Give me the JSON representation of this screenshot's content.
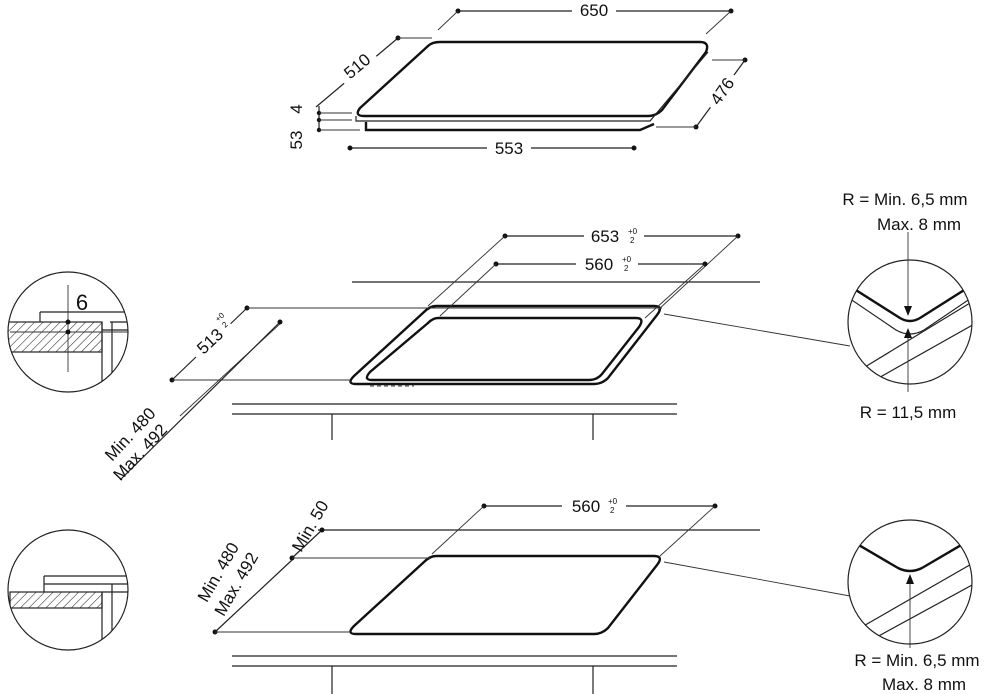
{
  "top_view": {
    "width": "650",
    "depth": "510",
    "inner_depth": "476",
    "inner_width": "553",
    "glass_thickness": "4",
    "body_height": "53"
  },
  "cutout_frame": {
    "cut_width": "653",
    "cut_width_tol": "+0",
    "cut_width_tol2": "2",
    "inner_width": "560",
    "inner_width_tol": "+0",
    "inner_width_tol2": "2",
    "cut_depth": "513",
    "cut_depth_tol": "+0",
    "cut_depth_tol2": "2",
    "depth_min": "Min. 480",
    "depth_max": "Max. 492",
    "detail_value": "6",
    "radius_top_line1": "R = Min. 6,5 mm",
    "radius_top_line2": "Max. 8 mm",
    "radius_bottom": "R = 11,5 mm"
  },
  "cutout_flush": {
    "inner_width": "560",
    "inner_width_tol": "+0",
    "inner_width_tol2": "2",
    "min_clearance": "Min. 50",
    "depth_min": "Min. 480",
    "depth_max": "Max. 492",
    "radius_line1": "R = Min. 6,5 mm",
    "radius_line2": "Max. 8 mm"
  }
}
